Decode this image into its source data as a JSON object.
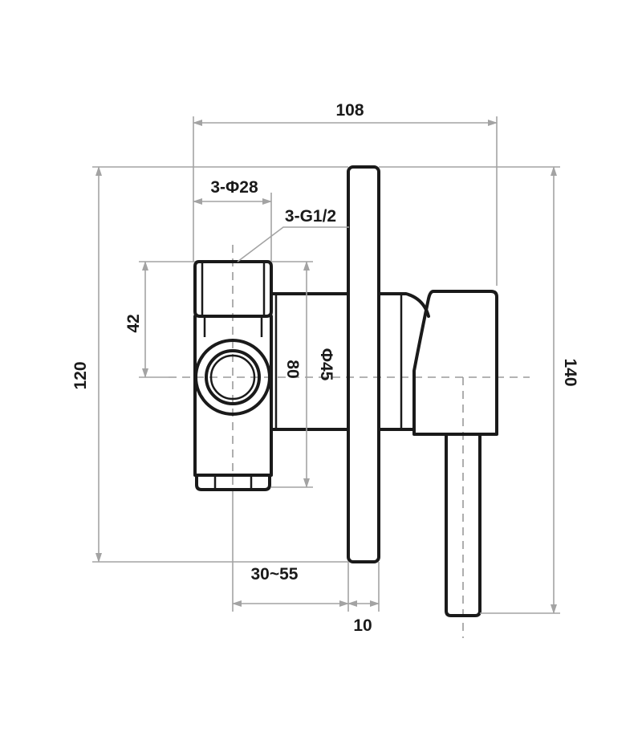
{
  "dimensions": {
    "overall_depth": "108",
    "inlet_spacing": "3-Φ28",
    "thread": "3-G1/2",
    "inlet_offset": "42",
    "plate_height": "120",
    "body_height": "80",
    "body_diameter": "Φ45",
    "handle_height": "140",
    "adjust_range": "30~55",
    "plate_thickness": "10"
  },
  "colors": {
    "outline": "#1a1a1a",
    "dimension": "#a3a3a3"
  }
}
